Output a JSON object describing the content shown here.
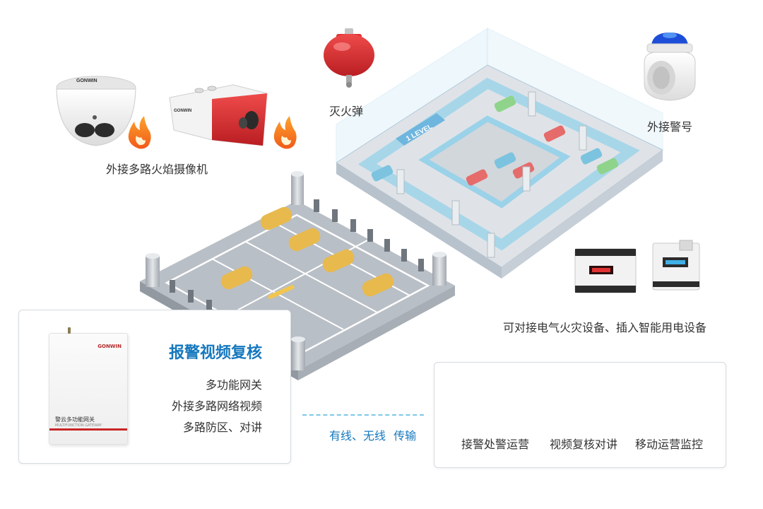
{
  "labels": {
    "flame_cameras": "外接多路火焰摄像机",
    "fire_extinguisher": "灭火弹",
    "external_alarm": "外接警号",
    "electrical_devices": "可对接电气火灾设备、插入智能用电设备"
  },
  "garage": {
    "level_sign": "1 LEVEL"
  },
  "camera_brand": "GONWIN",
  "gateway": {
    "title": "报警视频复核",
    "features": [
      "多功能网关",
      "外接多路网络视频",
      "多路防区、对讲"
    ],
    "device_brand": "GONWIN",
    "device_name": "警云多功能网关",
    "device_subtitle": "MULTIFUNCTION GATEWAY"
  },
  "link": {
    "text": "有线、无线 传输"
  },
  "services": [
    {
      "label": "接警处警运营",
      "icon": "police-monitor-icon"
    },
    {
      "label": "视频复核对讲",
      "icon": "shield-monitor-icon"
    },
    {
      "label": "移动运营监控",
      "icon": "mobile-app-icon"
    }
  ],
  "colors": {
    "accent_blue": "#1678be",
    "flame_orange": "#f26a1b",
    "camera_red": "#c8262a"
  }
}
